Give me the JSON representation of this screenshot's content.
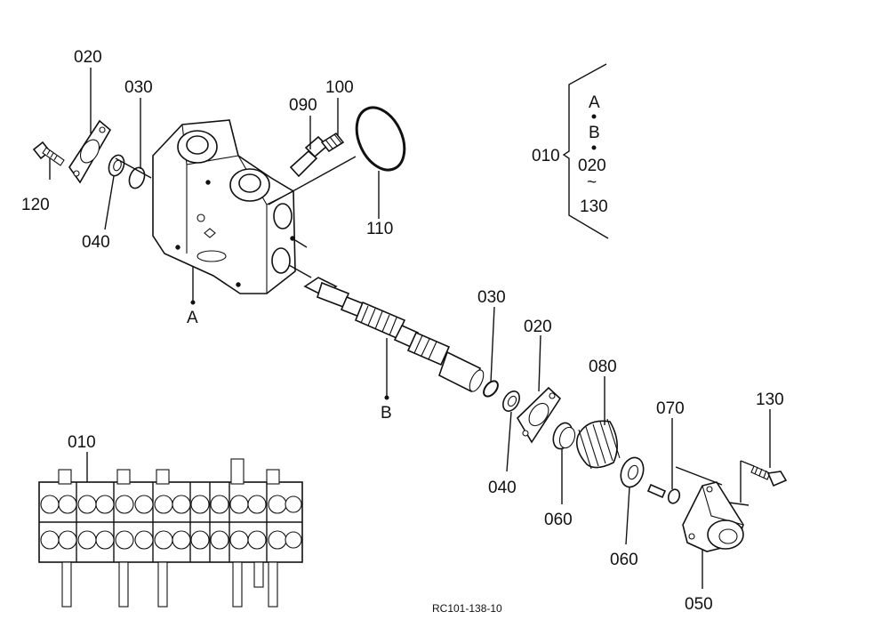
{
  "labels": {
    "p020_top": "020",
    "p030_top": "030",
    "p090": "090",
    "p100": "100",
    "p120": "120",
    "p040_top": "040",
    "p110": "110",
    "pA": "A",
    "pB": "B",
    "p030_mid": "030",
    "p020_mid": "020",
    "p080": "080",
    "p070": "070",
    "p130": "130",
    "p040_mid": "040",
    "p060_a": "060",
    "p060_b": "060",
    "p050": "050",
    "p010_assy": "010"
  },
  "legend": {
    "code": "010",
    "line1": "A",
    "line2": "B",
    "line3": "020",
    "line4": "~",
    "line5": "130"
  },
  "drawing_id": "RC101-138-10"
}
